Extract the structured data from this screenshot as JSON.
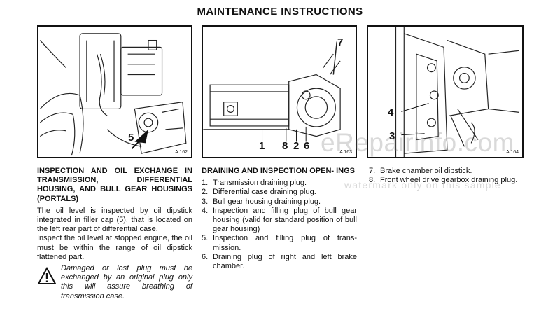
{
  "page": {
    "title": "MAINTENANCE INSTRUCTIONS"
  },
  "figures": {
    "fig1": {
      "label": "A 162",
      "callouts": [
        "5"
      ]
    },
    "fig2": {
      "label": "A 163",
      "callouts": [
        "7",
        "1",
        "8",
        "2",
        "6"
      ]
    },
    "fig3": {
      "label": "A 164",
      "callouts": [
        "4",
        "3"
      ]
    }
  },
  "section1": {
    "heading": "INSPECTION AND OIL EXCHANGE IN TRANSMISSION, DIFFERENTIAL HOUSING, AND BULL GEAR HOUSINGS (PORTALS)",
    "para1": "The oil level is inspected by oil dipstick integrated in filler cap (5), that is located on the left rear part of differential case.",
    "para2": "Inspect the oil level at stopped engine, the oil must be within the range of oil dipstick flattened part.",
    "warning": "Damaged or lost plug must be exchanged by an original plug only this will assure breathing of transmission case."
  },
  "section2": {
    "heading": "DRAINING AND INSPECTION OPEN- INGS",
    "items": [
      {
        "num": "1.",
        "text": "Transmission draining plug."
      },
      {
        "num": "2.",
        "text": "Differential case draining plug."
      },
      {
        "num": "3.",
        "text": "Bull gear housing draining plug."
      },
      {
        "num": "4.",
        "text": "Inspection and filling plug of bull gear housing (valid for standard position of bull gear housing)"
      },
      {
        "num": "5.",
        "text": "Inspection and filling plug of trans- mission."
      },
      {
        "num": "6.",
        "text": "Draining plug of right and left brake chamber."
      }
    ]
  },
  "section3": {
    "items": [
      {
        "num": "7.",
        "text": "Brake chamber oil dipstick."
      },
      {
        "num": "8.",
        "text": "Front wheel drive gearbox draining plug."
      }
    ]
  },
  "watermark": {
    "main": "eRepairinfo.com",
    "sub": "watermark only on this sample"
  }
}
